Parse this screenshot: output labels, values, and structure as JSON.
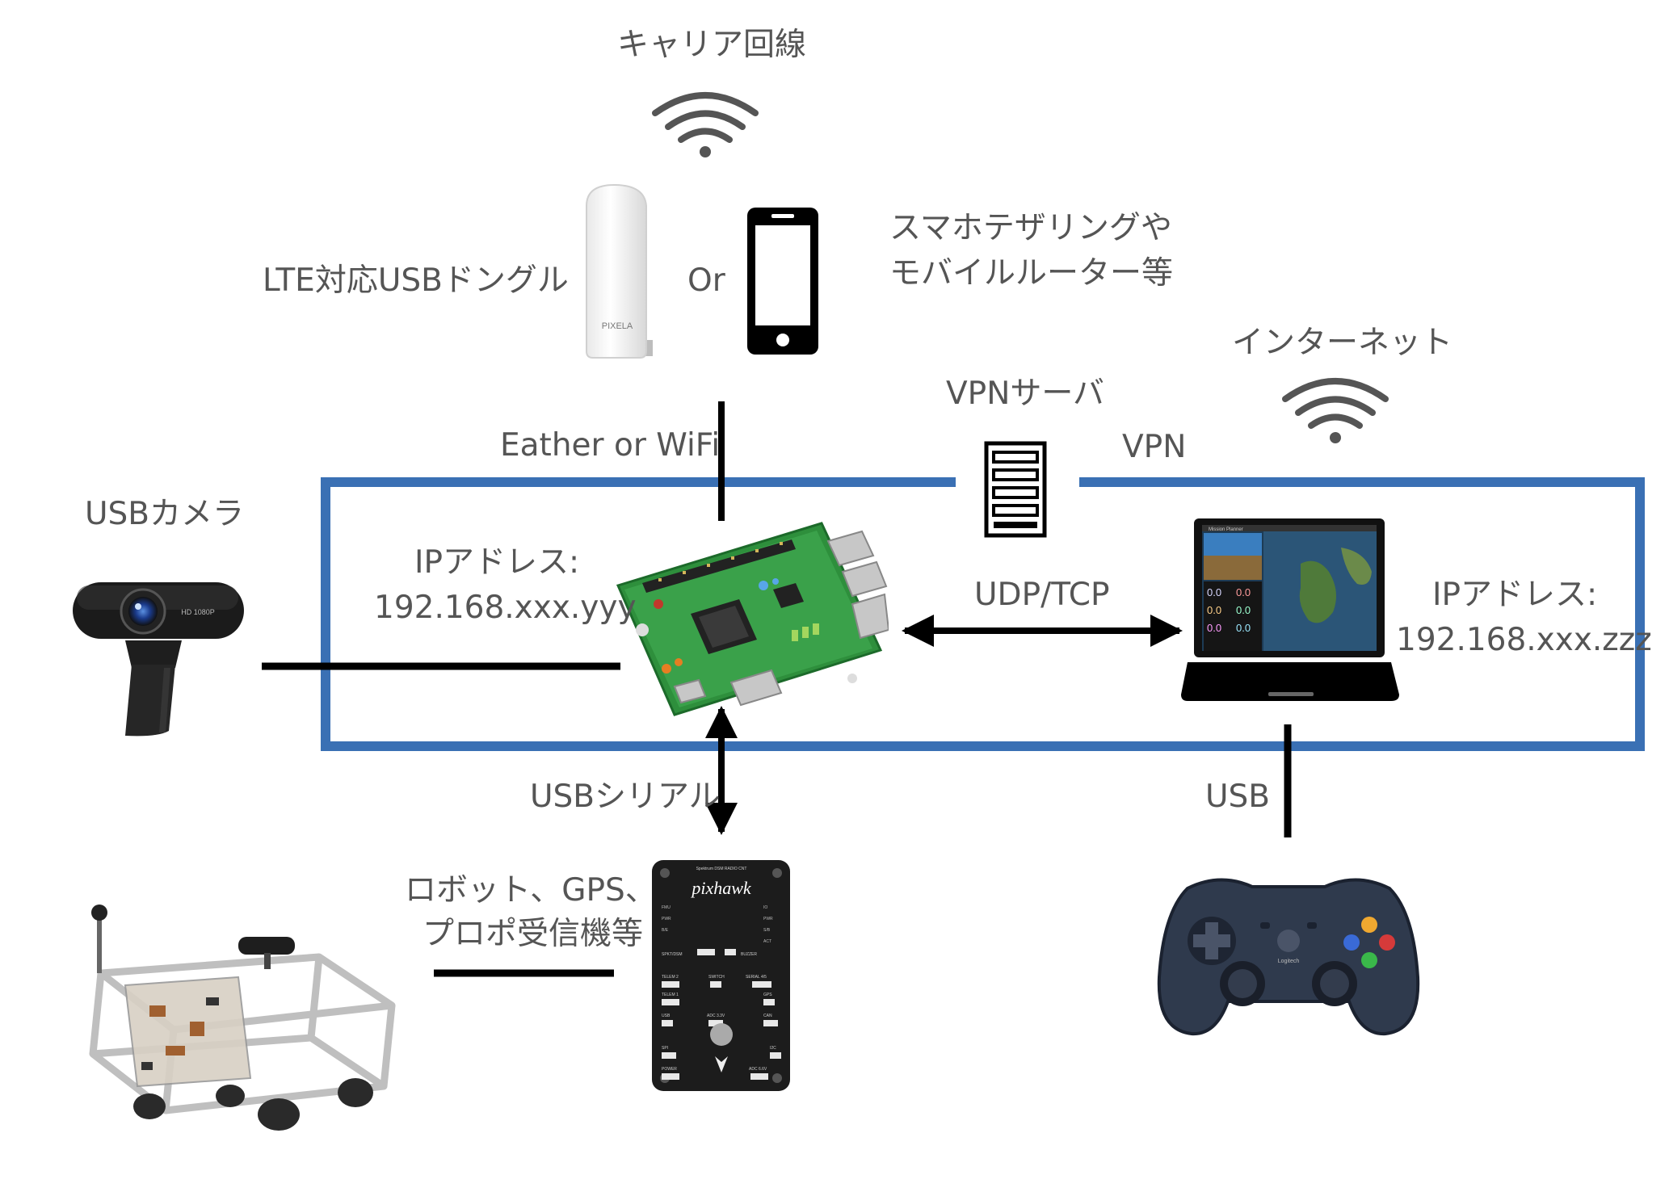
{
  "labels": {
    "carrier": "キャリア回線",
    "lte_dongle": "LTE対応USBドングル",
    "or": "Or",
    "smartphone_line1": "スマホテザリングや",
    "smartphone_line2": "モバイルルーター等",
    "internet": "インターネット",
    "vpn_server": "VPNサーバ",
    "vpn": "VPN",
    "ether_wifi": "Eather or WiFi",
    "usb_camera": "USBカメラ",
    "ip_left_title": "IPアドレス:",
    "ip_left_value": "192.168.xxx.yyy",
    "udp_tcp": "UDP/TCP",
    "ip_right_title": "IPアドレス:",
    "ip_right_value": "192.168.xxx.zzz",
    "usb_serial": "USBシリアル",
    "usb": "USB",
    "robot_line1": "ロボット、GPS、",
    "robot_line2": "プロポ受信機等"
  },
  "device_text": {
    "dongle_brand": "PIXELA",
    "webcam_text": "HD 1080P",
    "fc_brand": "pixhawk",
    "fc_top": "Spektrum DSM   RADIO CNT",
    "fc_ports": [
      "SPKT/DSM",
      "BUZZER",
      "TELEM 2",
      "SWITCH",
      "SERIAL 4/5",
      "TELEM 1",
      "GPS",
      "USB",
      "ADC 3.3V",
      "CAN",
      "SPI",
      "I2C",
      "POWER",
      "ADC 6.6V"
    ],
    "fc_side_left": [
      "FMU",
      "PWR",
      "B/E"
    ],
    "fc_side_right": [
      "IO",
      "PWR",
      "S/B",
      "ACT"
    ],
    "gcs_readouts": [
      "0.0",
      "0.0",
      "0.0",
      "0.0",
      "0.0",
      "0.0"
    ],
    "gcs_title": "Mission Planner",
    "gamepad_logo": "Logitech"
  },
  "colors": {
    "network_box": "#3a70b4",
    "line": "#000000",
    "wifi": "#555555",
    "text": "#555555"
  },
  "icons": [
    "wifi-icon",
    "server-icon",
    "smartphone-icon",
    "usb-dongle-icon",
    "webcam-icon",
    "raspberry-pi-icon",
    "laptop-icon",
    "flight-controller-icon",
    "gamepad-icon",
    "robot-icon"
  ]
}
